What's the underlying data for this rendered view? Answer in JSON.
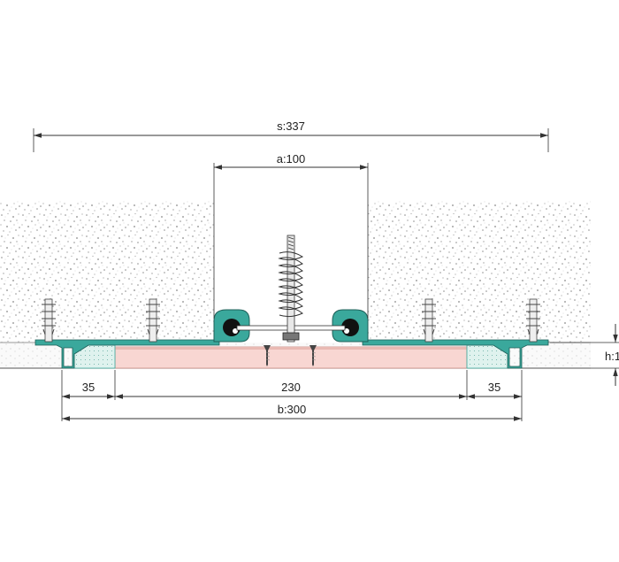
{
  "dimensions": {
    "s": "s:337",
    "a": "a:100",
    "left_flange": "35",
    "center": "230",
    "right_flange": "35",
    "b": "b:300",
    "h": "h:1"
  },
  "colors": {
    "profile_teal": "#3aa89c",
    "profile_outline": "#1f5f58",
    "insert_pink": "#f8d6d2",
    "dotted_fill": "#d9efea",
    "concrete_speckle": "#9a9a9a",
    "line": "#333333"
  }
}
